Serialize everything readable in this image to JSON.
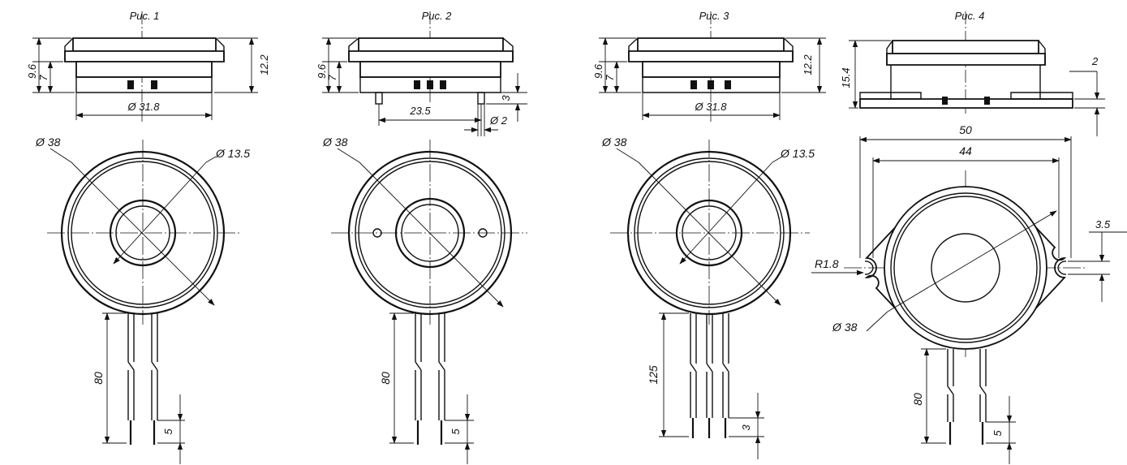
{
  "figures": [
    {
      "caption": "Рис. 1",
      "side_dims": {
        "overall_height": "12.2",
        "height_a": "9.6",
        "height_b": "7",
        "base_diameter": "Ø 31.8"
      },
      "plan_dims": {
        "outer_diameter": "Ø 38",
        "inner_diameter": "Ø 13.5",
        "lead_length": "80",
        "lead_strip": "5"
      }
    },
    {
      "caption": "Рис. 2",
      "side_dims": {
        "height_a": "9.6",
        "height_b": "7",
        "pin_height": "3",
        "pin_spacing": "23.5",
        "pin_diameter": "Ø 2"
      },
      "plan_dims": {
        "outer_diameter": "Ø 38",
        "lead_length": "80",
        "lead_strip": "5"
      }
    },
    {
      "caption": "Рис. 3",
      "side_dims": {
        "overall_height": "12.2",
        "height_a": "9.6",
        "height_b": "7",
        "base_diameter": "Ø 31.8"
      },
      "plan_dims": {
        "outer_diameter": "Ø 38",
        "inner_diameter": "Ø 13.5",
        "lead_length": "125",
        "lead_strip": "3"
      }
    },
    {
      "caption": "Рис. 4",
      "side_dims": {
        "overall_height": "15.4",
        "flange_thickness": "2"
      },
      "plan_dims": {
        "overall_width": "50",
        "hole_spacing": "44",
        "slot_width": "3.5",
        "slot_radius": "R1.8",
        "outer_diameter": "Ø 38",
        "lead_length": "80",
        "lead_strip": "5"
      }
    }
  ]
}
